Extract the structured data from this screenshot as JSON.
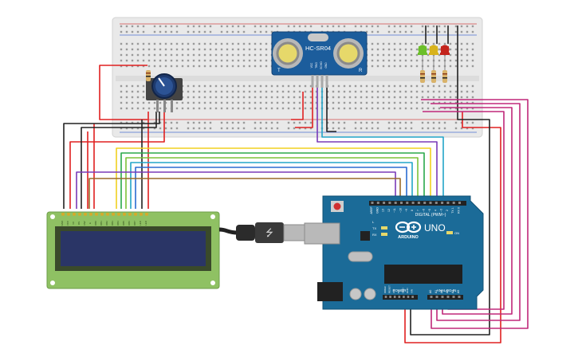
{
  "sensor": {
    "model": "HC-SR04",
    "pin_labels": [
      "VCC",
      "TRIG",
      "ECHO",
      "GND"
    ],
    "corner_left": "T",
    "corner_right": "R"
  },
  "arduino": {
    "brand": "ARDUINO",
    "model": "UNO",
    "digital_header": "DIGITAL (PWM~)",
    "digital_pins": [
      "AREF",
      "GND",
      "13",
      "12",
      "~11",
      "~10",
      "~9",
      "8",
      "7",
      "~6",
      "~5",
      "4",
      "~3",
      "2",
      "TX 1",
      "RX 0"
    ],
    "power_header": "POWER",
    "power_pins": [
      "IOREF",
      "RESET",
      "3V3",
      "5V",
      "GND",
      "GND",
      "VIN"
    ],
    "analog_header": "ANALOG IN",
    "analog_pins": [
      "A0",
      "A1",
      "A2",
      "A3",
      "A4",
      "A5"
    ],
    "tx_label": "TX",
    "rx_label": "RX",
    "l_label": "L",
    "on_label": "ON"
  },
  "lcd": {
    "pin_labels": [
      "GND",
      "VCC",
      "V0",
      "RS",
      "RW",
      "E",
      "DB0",
      "DB1",
      "DB2",
      "DB3",
      "DB4",
      "DB5",
      "DB6",
      "DB7",
      "LED",
      "LED"
    ]
  },
  "leds": [
    {
      "color": "green",
      "hex": "#6cbf2a"
    },
    {
      "color": "yellow",
      "hex": "#d8b31c"
    },
    {
      "color": "red",
      "hex": "#c4241c"
    }
  ],
  "colors": {
    "board_blue": "#1b6b98",
    "lcd_green": "#8fc163",
    "lcd_screen": "#2a3566",
    "breadboard": "#e9e9e9",
    "wire_red": "#e02020",
    "wire_black": "#222222",
    "wire_magenta": "#c0287a",
    "wire_yellow": "#f0d020",
    "wire_green": "#2aa84a",
    "wire_blue": "#2a6ad0",
    "wire_cyan": "#22a5c8",
    "wire_brown": "#9a6a2a",
    "wire_purple": "#7a3ab8",
    "wire_lime": "#7cc23a"
  },
  "icons": {
    "usb": "usb-plug",
    "pot": "potentiometer-knob"
  }
}
